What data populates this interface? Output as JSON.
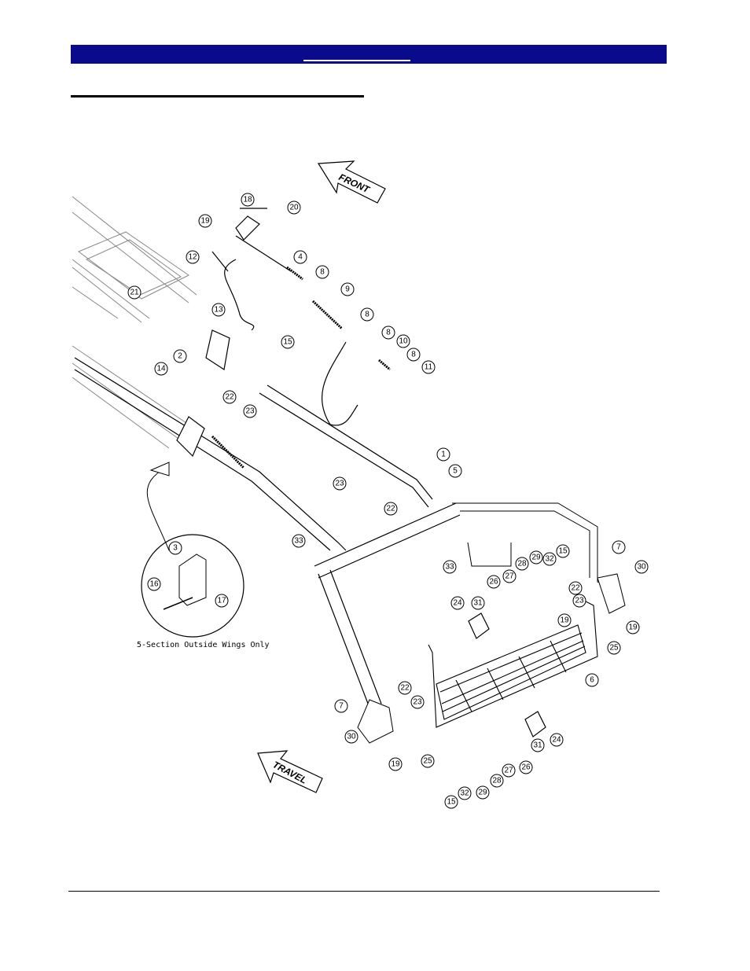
{
  "header": {
    "bar_color": "#0a0a8c"
  },
  "diagram": {
    "direction_labels": {
      "front": "FRONT",
      "travel": "TRAVEL"
    },
    "inset_note": "5-Section Outside Wings Only",
    "callouts": [
      "18",
      "20",
      "19",
      "12",
      "4",
      "8",
      "9",
      "8",
      "8",
      "10",
      "8",
      "11",
      "21",
      "13",
      "15",
      "2",
      "14",
      "22",
      "23",
      "23",
      "22",
      "1",
      "5",
      "33",
      "33",
      "3",
      "16",
      "17",
      "7",
      "30",
      "28",
      "29",
      "32",
      "15",
      "27",
      "26",
      "24",
      "31",
      "22",
      "23",
      "19",
      "25",
      "6",
      "7",
      "22",
      "23",
      "30",
      "19",
      "25",
      "19",
      "31",
      "24",
      "28",
      "27",
      "26",
      "15",
      "32",
      "29"
    ]
  }
}
